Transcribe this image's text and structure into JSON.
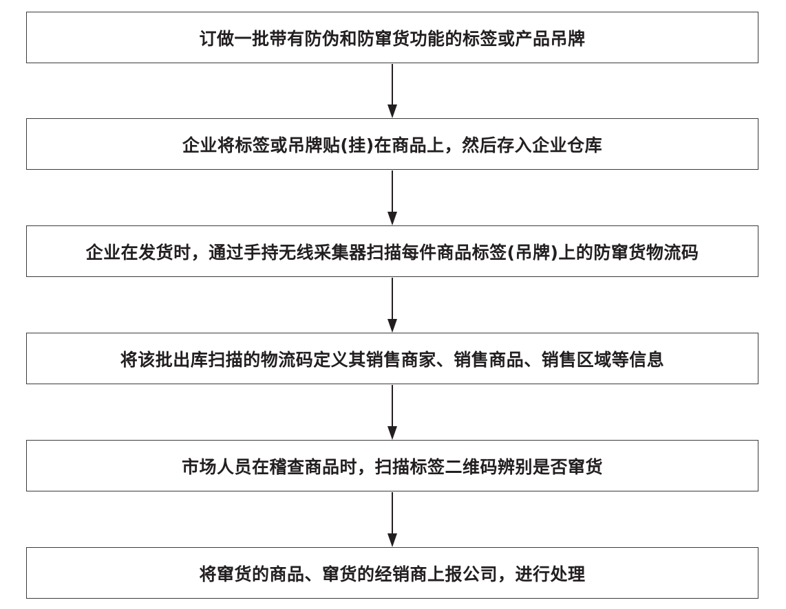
{
  "steps": [
    {
      "label": "订做一批带有防伪和防窜货功能的标签或产品吊牌"
    },
    {
      "label": "企业将标签或吊牌贴(挂)在商品上，然后存入企业仓库"
    },
    {
      "label": "企业在发货时，通过手持无线采集器扫描每件商品标签(吊牌)上的防窜货物流码"
    },
    {
      "label": "将该批出库扫描的物流码定义其销售商家、销售商品、销售区域等信息"
    },
    {
      "label": "市场人员在稽查商品时，扫描标签二维码辨别是否窜货"
    },
    {
      "label": "将窜货的商品、窜货的经销商上报公司，进行处理"
    }
  ]
}
